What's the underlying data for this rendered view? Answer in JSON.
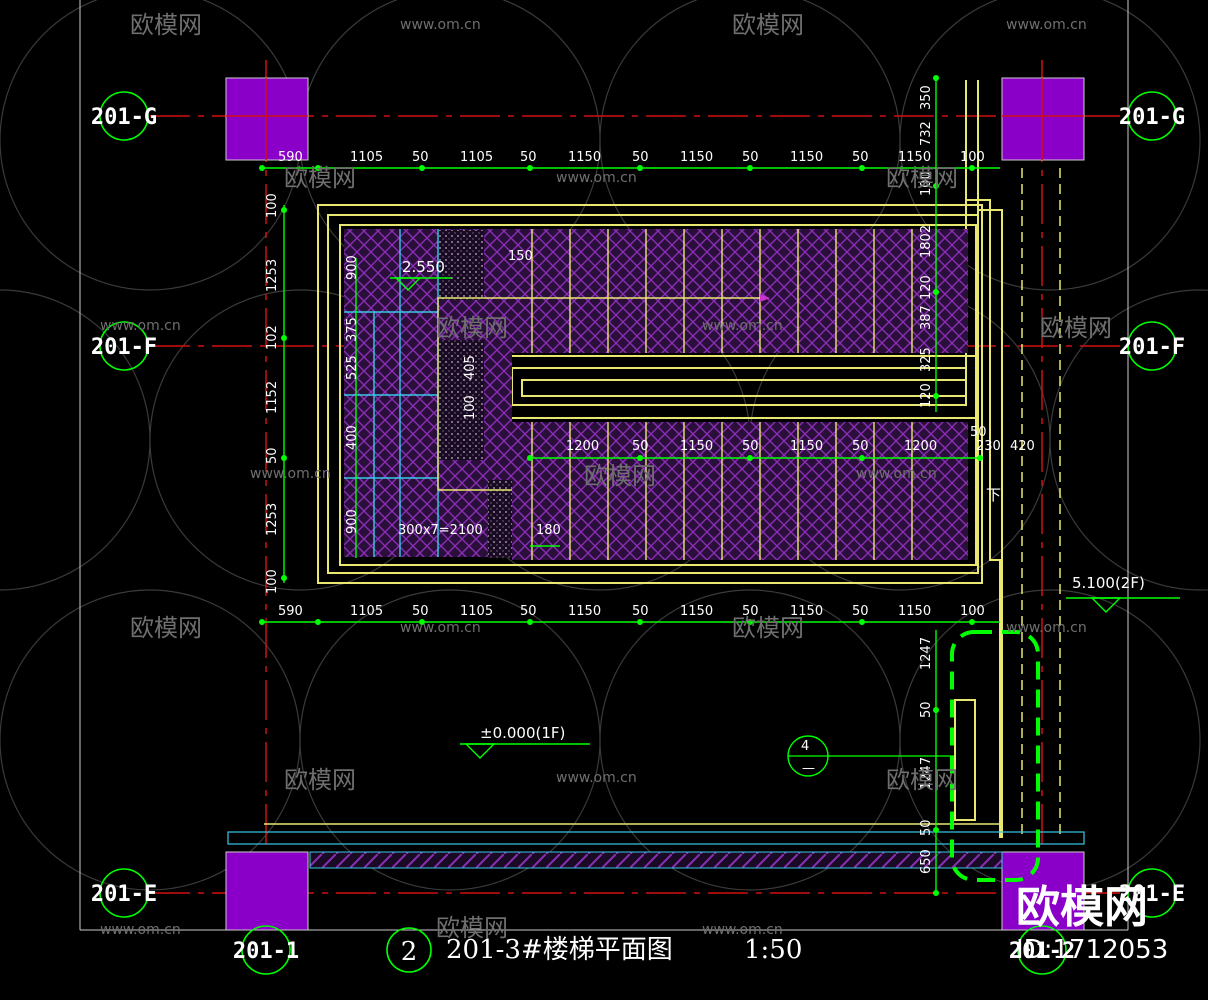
{
  "axes": {
    "G_left": "201-G",
    "G_right": "201-G",
    "F_left": "201-F",
    "F_right": "201-F",
    "E_left": "201-E",
    "E_right": "201-E",
    "col_1": "201-1",
    "col_2": "201-2"
  },
  "dims": {
    "top_row": [
      "590",
      "1105",
      "50",
      "1105",
      "50",
      "1150",
      "50",
      "1150",
      "50",
      "1150",
      "50",
      "1150",
      "100"
    ],
    "bottom_row": [
      "590",
      "1105",
      "50",
      "1105",
      "50",
      "1150",
      "50",
      "1150",
      "50",
      "1150",
      "50",
      "1150",
      "100"
    ],
    "middle_row": [
      "1200",
      "50",
      "1150",
      "50",
      "1150",
      "50",
      "1200"
    ],
    "left_col": [
      "100",
      "1253",
      "102",
      "1152",
      "50",
      "1253",
      "100"
    ],
    "right_top": [
      "350",
      "732",
      "100",
      "1802",
      "387",
      "120",
      "325",
      "120"
    ],
    "right_bottom": [
      "1247",
      "50",
      "1247",
      "50",
      "650"
    ],
    "inner_left": [
      "900",
      "375",
      "525",
      "400",
      "900"
    ],
    "step_note": "300x7=2100",
    "small_150": "150",
    "small_180": "180",
    "small_405": "405",
    "small_100": "100",
    "r_230": "230",
    "r_420": "420",
    "r_50": "50"
  },
  "levels": {
    "landing": "2.550",
    "first_floor": "±0.000(1F)",
    "second_floor": "5.100(2F)",
    "down_mark": "下"
  },
  "detail_callout": {
    "number": "4",
    "sheet": "—"
  },
  "title_block": {
    "number": "2",
    "text": "201-3#楼梯平面图",
    "scale": "1:50"
  },
  "watermark": {
    "brand": "欧模网",
    "url": "www.om.cn",
    "code": "ID:1712053"
  },
  "colors": {
    "background": "#000000",
    "column": "#8a00c8",
    "axis_line": "#d01010",
    "dimension": "#00ff00",
    "outline": "#e8e870",
    "hatch": "#8a2fb5",
    "cyan": "#38c8e8",
    "callout": "#00ff00"
  }
}
